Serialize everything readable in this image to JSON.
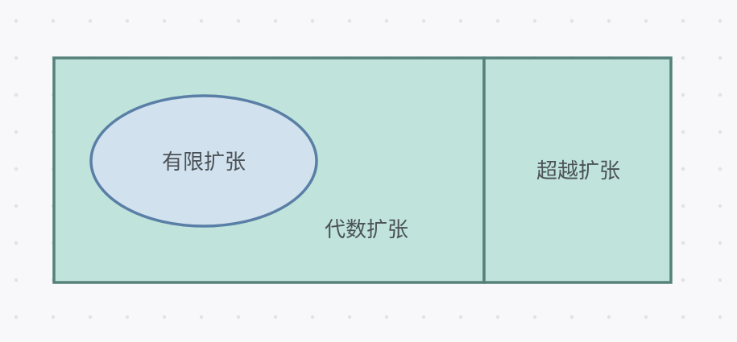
{
  "diagram": {
    "algebraic_label": "代数扩张",
    "finite_label": "有限扩张",
    "transcendental_label": "超越扩张",
    "colors": {
      "box_fill": "#c0e4dc",
      "box_stroke": "#56817a",
      "ellipse_fill": "#d1e1ee",
      "ellipse_stroke": "#5a7fa6",
      "text": "#4b5257",
      "background": "#f8f8fa",
      "dot": "#e2e2e6"
    }
  }
}
